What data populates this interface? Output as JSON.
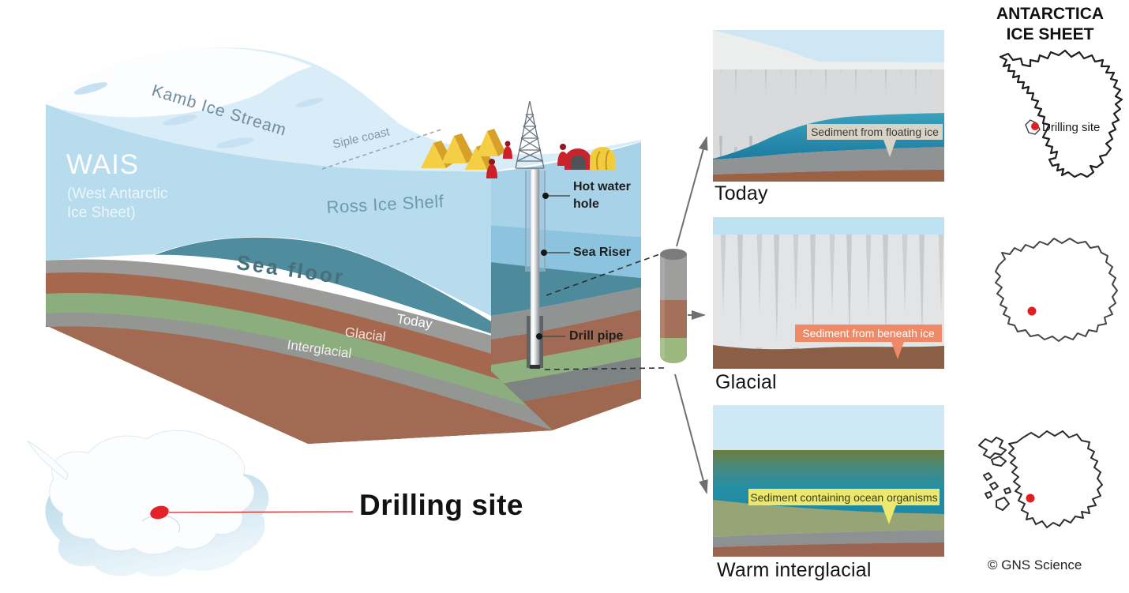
{
  "scene": {
    "wais_title": "WAIS",
    "wais_subtitle_line1": "(West Antarctic",
    "wais_subtitle_line2": "Ice Sheet)",
    "kamb_ice_stream": "Kamb Ice Stream",
    "siple_coast": "Siple coast",
    "ross_ice_shelf": "Ross Ice Shelf",
    "sea_floor": "Sea floor",
    "strata": {
      "today": "Today",
      "glacial": "Glacial",
      "interglacial": "Interglacial"
    },
    "drill": {
      "hot_water_line1": "Hot water",
      "hot_water_line2": "hole",
      "sea_riser": "Sea Riser",
      "drill_pipe": "Drill pipe"
    },
    "site_label": "Drilling site"
  },
  "core_panels": [
    {
      "caption": "Today",
      "sediment_label": "Sediment from floating ice"
    },
    {
      "caption": "Glacial",
      "sediment_label": "Sediment from beneath ice"
    },
    {
      "caption": "Warm interglacial",
      "sediment_label": "Sediment containing ocean organisms"
    }
  ],
  "ice_sheet_maps": {
    "title_line1": "ANTARCTICA",
    "title_line2": "ICE SHEET",
    "map1_label": "Drilling site",
    "copyright": "© GNS Science"
  },
  "colors": {
    "ice_top": "#d9edf8",
    "ice_front_face": "#b6dcee",
    "ice_cut_face": "#a8d2e8",
    "sea_water": "#8cc3de",
    "sea_floor_teal": "#4e8c9e",
    "stratum_gray": "#9b9b99",
    "stratum_brown": "#a5684f",
    "stratum_green": "#8cad7e",
    "marker_red": "#e2232a",
    "label_today_bg": "#d9d3c6",
    "label_glacial_bg": "#ee8a67",
    "label_warm_bg": "#ebe76f"
  }
}
